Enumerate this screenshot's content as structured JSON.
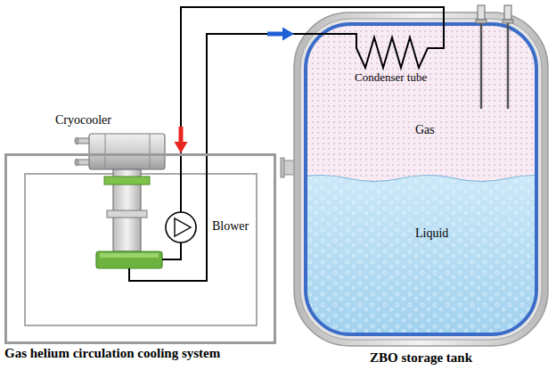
{
  "diagram": {
    "nodes": [
      {
        "text": [
          "Gas helium circulation cooling system"
        ]
      },
      {
        "text": [
          "ZBO storage tank"
        ]
      }
    ],
    "edges": [
      {
        "from": 1,
        "to": 0,
        "arrow": "to"
      },
      {
        "from": 0,
        "to": 1,
        "arrow": "to"
      }
    ],
    "labels": [
      "Cryocooler",
      "Blower",
      "Condenser tube",
      "Gas",
      "Liquid"
    ]
  }
}
